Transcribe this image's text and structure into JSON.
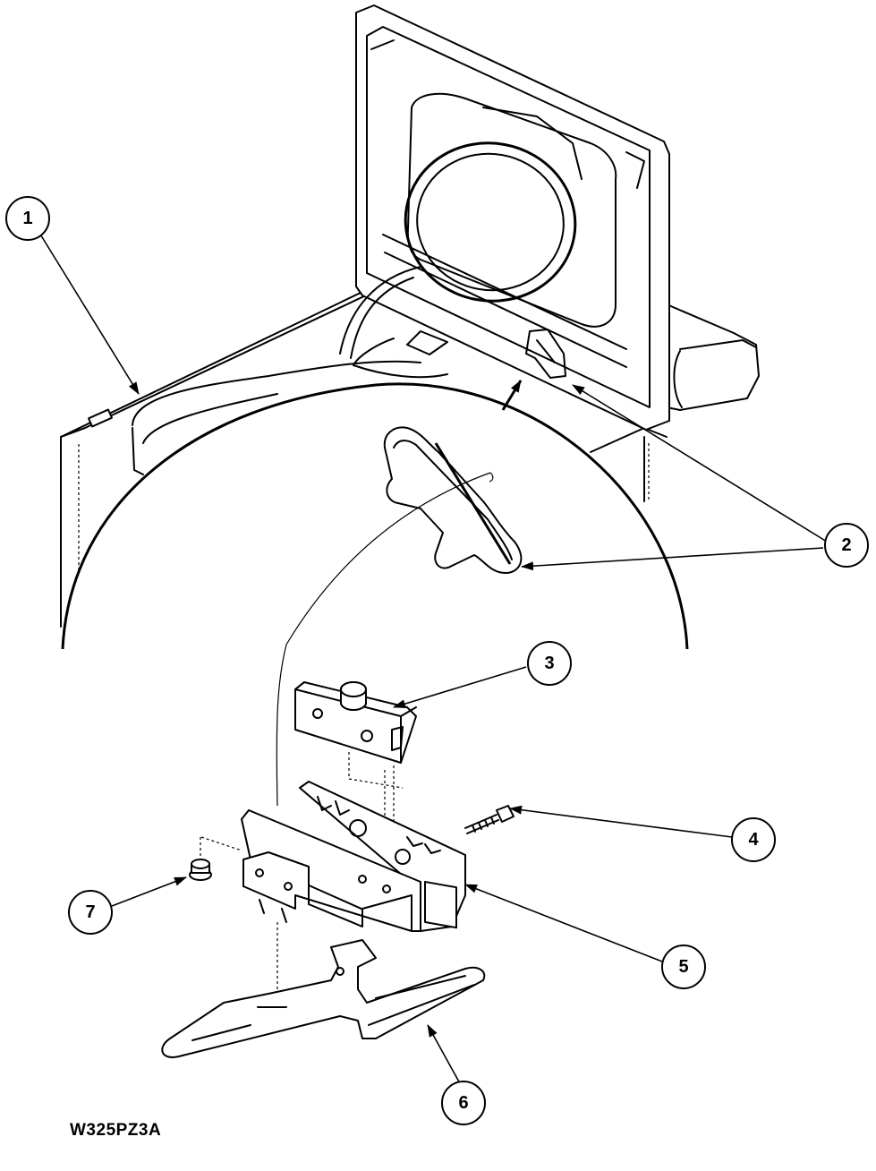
{
  "diagram": {
    "drawing_code": "W325PZ3A",
    "callouts": [
      {
        "id": "1",
        "label": "1"
      },
      {
        "id": "2",
        "label": "2"
      },
      {
        "id": "3",
        "label": "3"
      },
      {
        "id": "4",
        "label": "4"
      },
      {
        "id": "5",
        "label": "5"
      },
      {
        "id": "6",
        "label": "6"
      },
      {
        "id": "7",
        "label": "7"
      }
    ]
  }
}
